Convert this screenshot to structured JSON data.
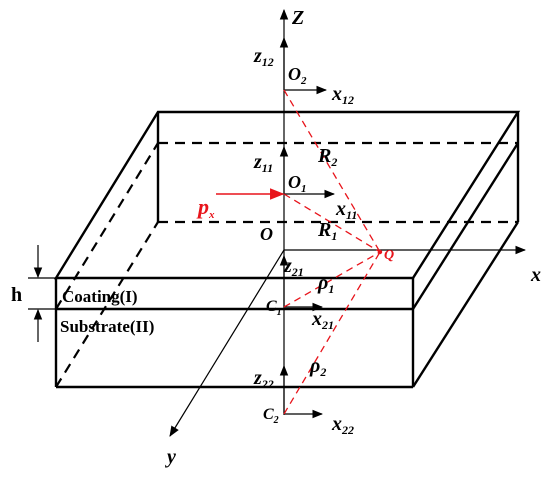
{
  "axes": {
    "z": "Z",
    "x": "x",
    "y": "y"
  },
  "layers": {
    "thickness": "h",
    "coating": "Coating(I)",
    "substrate": "Substrate(II)"
  },
  "origins": {
    "o": "O",
    "o1": {
      "base": "O",
      "sub": "1"
    },
    "o2": {
      "base": "O",
      "sub": "2"
    },
    "c1": {
      "base": "C",
      "sub": "1"
    },
    "c2": {
      "base": "C",
      "sub": "2"
    }
  },
  "local_axes": {
    "z12": {
      "base": "z",
      "sub": "12"
    },
    "x12": {
      "base": "x",
      "sub": "12"
    },
    "z11": {
      "base": "z",
      "sub": "11"
    },
    "x11": {
      "base": "x",
      "sub": "11"
    },
    "z21": {
      "base": "z",
      "sub": "21"
    },
    "x21": {
      "base": "x",
      "sub": "21"
    },
    "z22": {
      "base": "z",
      "sub": "22"
    },
    "x22": {
      "base": "x",
      "sub": "22"
    }
  },
  "distances": {
    "r1": {
      "base": "R",
      "sub": "1"
    },
    "r2": {
      "base": "R",
      "sub": "2"
    },
    "rho1": {
      "base": "ρ",
      "sub": "1"
    },
    "rho2": {
      "base": "ρ",
      "sub": "2"
    }
  },
  "load": {
    "base": "p",
    "sub": "x"
  },
  "point_q": "Q",
  "colors": {
    "ink": "#000000",
    "accent": "#e8141b"
  }
}
